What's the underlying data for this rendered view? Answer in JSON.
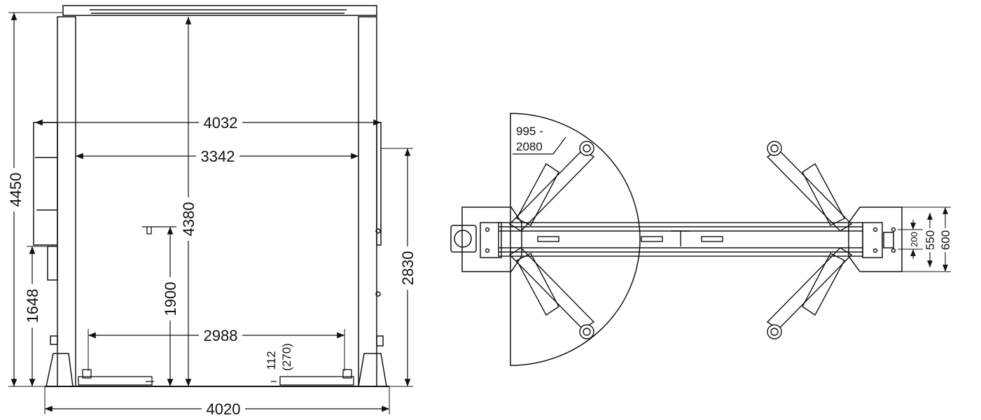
{
  "front_view": {
    "overall_height": "4450",
    "width_outer_top": "4032",
    "width_between_columns": "3342",
    "max_lift_height": "4380",
    "arm_pad_height": "1900",
    "width_inside_floor": "2988",
    "power_unit_height": "1648",
    "column_height": "2830",
    "base_width": "4020",
    "pad_min_height": "112",
    "pad_min_height_alt": "(270)"
  },
  "top_view": {
    "arm_reach": [
      "995 -",
      "2080"
    ],
    "offset_200": "200",
    "offset_550": "550",
    "offset_600": "600"
  },
  "colors": {
    "line": "#111111",
    "background": "#ffffff"
  }
}
